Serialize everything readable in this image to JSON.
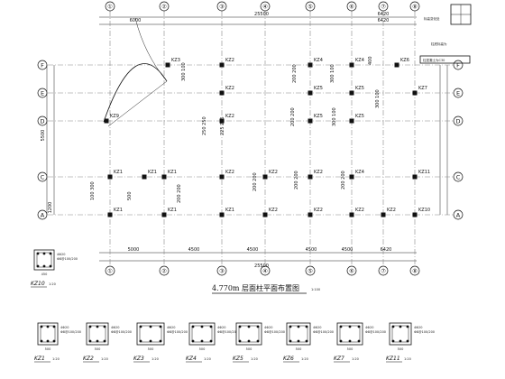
{
  "axes_x": [
    "①",
    "②",
    "③",
    "④",
    "⑤",
    "⑥",
    "⑦",
    "⑧"
  ],
  "axes_y": [
    "F",
    "E",
    "D",
    "C",
    "A"
  ],
  "top_dims": {
    "segments": [
      "6000",
      "",
      "",
      "",
      "",
      "",
      "",
      "6420"
    ],
    "total": "25500",
    "left_total": "",
    "right_small": "6420"
  },
  "bottom_dims": {
    "segments": [
      "5000",
      "4500",
      "4500",
      "4500",
      "4500",
      "6420"
    ],
    "total": "25500"
  },
  "left_dims": [
    "",
    "5500",
    "",
    "",
    "1200"
  ],
  "column_labels": [
    "KZ1",
    "KZ2",
    "KZ3",
    "KZ4",
    "KZ5",
    "KZ6",
    "KZ7",
    "KZ9",
    "KZ10",
    "KZ11"
  ],
  "size_labels": {
    "s1": "300 100",
    "s2": "200 200",
    "s3": "250 250",
    "s4": "225 225",
    "s5": "300 100",
    "s6": "500",
    "s7": "100 300",
    "s8": "400",
    "s9": "500"
  },
  "note": {
    "line1": "标高变化处",
    "line2": "柱底标高为",
    "line3": "柱混凝土为C30"
  },
  "plan_title": "4.770m 层面柱平面布置图",
  "plan_scale": "1:100",
  "details": [
    {
      "name": "KZ10",
      "scale": "1:20",
      "dims": "450"
    },
    {
      "name": "KZ1",
      "scale": "1:20",
      "dims": "500"
    },
    {
      "name": "KZ2",
      "scale": "1:20",
      "dims": "500"
    },
    {
      "name": "KZ3",
      "scale": "1:20",
      "dims": "500"
    },
    {
      "name": "KZ4",
      "scale": "1:20",
      "dims": "500"
    },
    {
      "name": "KZ5",
      "scale": "1:20",
      "dims": "500"
    },
    {
      "name": "KZ6",
      "scale": "1:20",
      "dims": "500"
    },
    {
      "name": "KZ7",
      "scale": "1:20",
      "dims": "500"
    },
    {
      "name": "KZ11",
      "scale": "1:20",
      "dims": "500"
    }
  ],
  "detail_rebar_text": [
    "4Φ20",
    "Φ8@100/200"
  ]
}
